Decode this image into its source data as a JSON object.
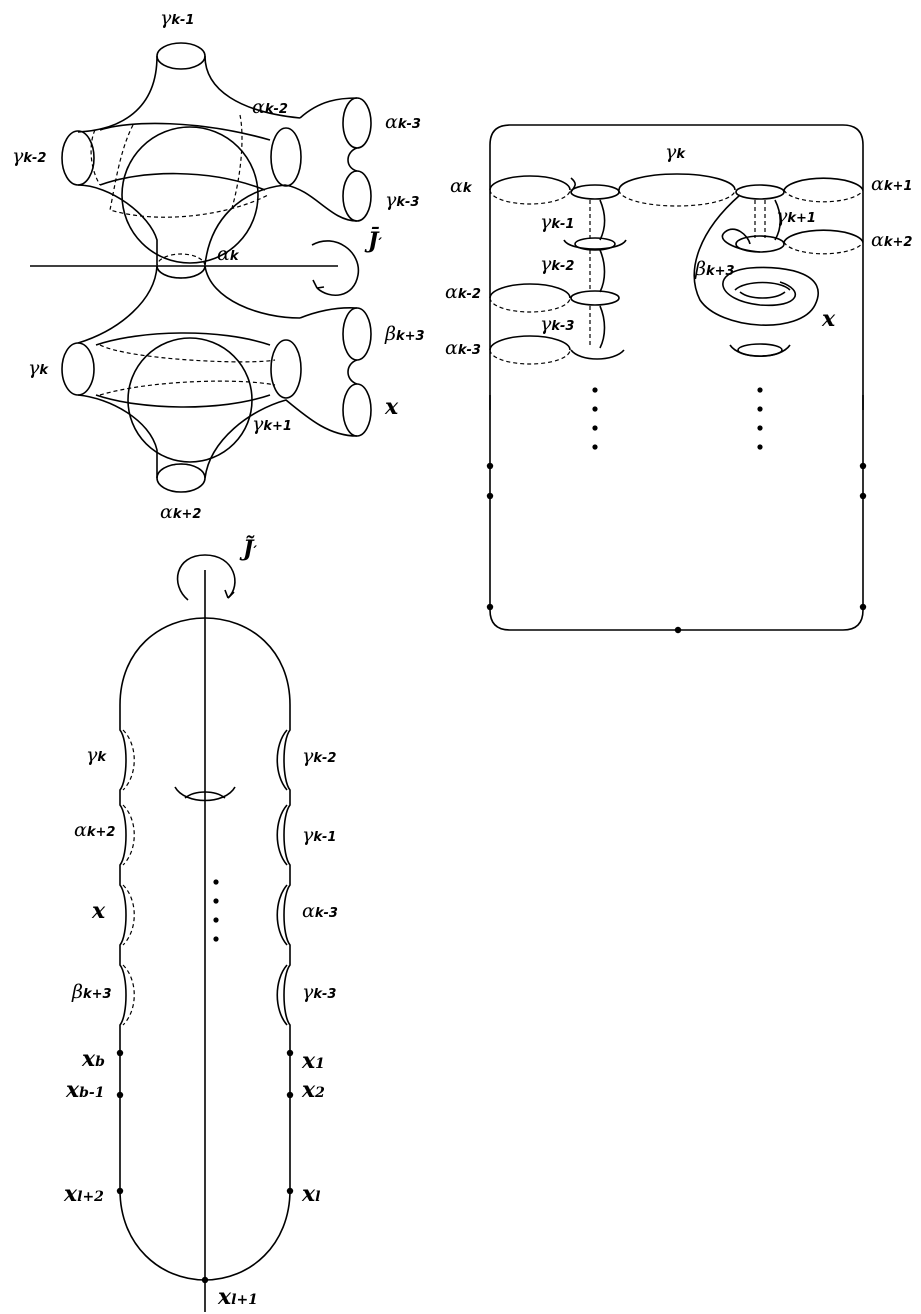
{
  "figure": {
    "top_left": {
      "labels": {
        "gamma_k_minus_1": {
          "base": "γ",
          "sub": "k-1"
        },
        "gamma_k_minus_2": {
          "base": "γ",
          "sub": "k-2"
        },
        "alpha_k_minus_2": {
          "base": "α",
          "sub": "k-2"
        },
        "alpha_k_minus_3": {
          "base": "α",
          "sub": "k-3"
        },
        "gamma_k_minus_3": {
          "base": "γ",
          "sub": "k-3"
        },
        "alpha_k": {
          "base": "α",
          "sub": "k"
        },
        "j_prime": {
          "base": "J̄",
          "sub": "′"
        },
        "beta_k_plus_3": {
          "base": "β",
          "sub": "k+3"
        },
        "x": {
          "base": "x",
          "sub": ""
        },
        "gamma_k": {
          "base": "γ",
          "sub": "k"
        },
        "gamma_k_plus_1": {
          "base": "γ",
          "sub": "k+1"
        },
        "alpha_k_plus_2": {
          "base": "α",
          "sub": "k+2"
        }
      }
    },
    "top_right": {
      "labels": {
        "gamma_k": {
          "base": "γ",
          "sub": "k"
        },
        "alpha_k": {
          "base": "α",
          "sub": "k"
        },
        "alpha_k_plus_1": {
          "base": "α",
          "sub": "k+1"
        },
        "gamma_k_minus_1": {
          "base": "γ",
          "sub": "k-1"
        },
        "gamma_k_plus_1": {
          "base": "γ",
          "sub": "k+1"
        },
        "alpha_k_plus_2": {
          "base": "α",
          "sub": "k+2"
        },
        "gamma_k_minus_2": {
          "base": "γ",
          "sub": "k-2"
        },
        "beta_k_plus_3": {
          "base": "β",
          "sub": "k+3"
        },
        "alpha_k_minus_2": {
          "base": "α",
          "sub": "k-2"
        },
        "gamma_k_minus_3": {
          "base": "γ",
          "sub": "k-3"
        },
        "x": {
          "base": "x",
          "sub": ""
        },
        "alpha_k_minus_3": {
          "base": "α",
          "sub": "k-3"
        }
      }
    },
    "bottom": {
      "labels": {
        "j_tilde": {
          "base": "J̃",
          "sub": "′"
        },
        "gamma_k": {
          "base": "γ",
          "sub": "k"
        },
        "gamma_k_minus_2": {
          "base": "γ",
          "sub": "k-2"
        },
        "alpha_k_plus_2": {
          "base": "α",
          "sub": "k+2"
        },
        "gamma_k_minus_1": {
          "base": "γ",
          "sub": "k-1"
        },
        "x": {
          "base": "x",
          "sub": ""
        },
        "alpha_k_minus_3": {
          "base": "α",
          "sub": "k-3"
        },
        "beta_k_plus_3": {
          "base": "β",
          "sub": "k+3"
        },
        "gamma_k_minus_3": {
          "base": "γ",
          "sub": "k-3"
        },
        "x_b": {
          "base": "x",
          "sub": "b"
        },
        "x_1": {
          "base": "x",
          "sub": "1"
        },
        "x_b_minus_1": {
          "base": "x",
          "sub": "b-1"
        },
        "x_2": {
          "base": "x",
          "sub": "2"
        },
        "x_l_plus_2": {
          "base": "x",
          "sub": "l+2"
        },
        "x_l": {
          "base": "x",
          "sub": "l"
        },
        "x_l_plus_1": {
          "base": "x",
          "sub": "l+1"
        }
      }
    }
  }
}
